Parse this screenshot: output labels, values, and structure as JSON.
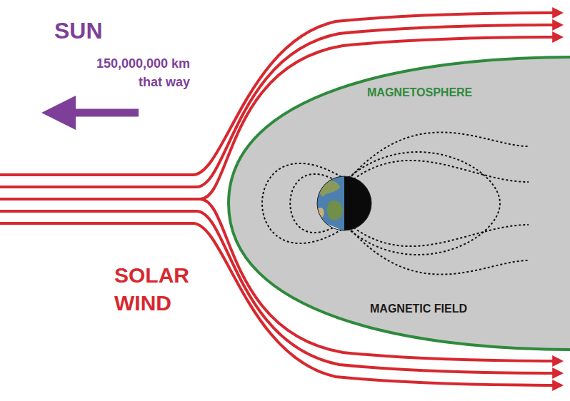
{
  "diagram": {
    "nodes": [
      {
        "text": [
          "MAGNETOSPHERE",
          "MAGNETIC FIELD"
        ]
      }
    ],
    "labels": [
      "SUN",
      "150,000,000 km that way",
      "SOLAR WIND"
    ]
  }
}
